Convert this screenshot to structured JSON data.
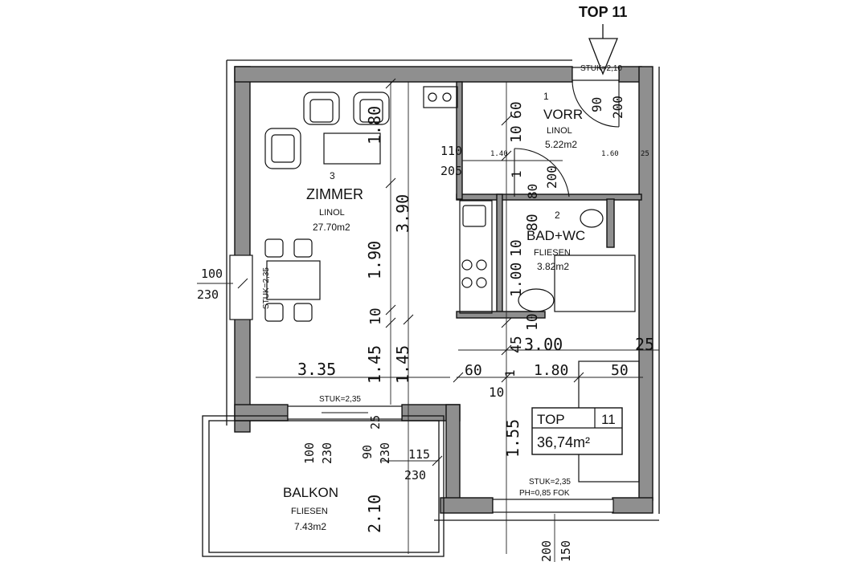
{
  "header": {
    "unit_label": "TOP 11"
  },
  "rooms": {
    "zimmer": {
      "number": "3",
      "name": "ZIMMER",
      "floor": "LINOL",
      "area": "27.70m2"
    },
    "vorr": {
      "number": "1",
      "name": "VORR",
      "floor": "LINOL",
      "area": "5.22m2"
    },
    "bad": {
      "number": "2",
      "name": "BAD+WC",
      "floor": "FLIESEN",
      "area": "3.82m2"
    },
    "balkon": {
      "name": "BALKON",
      "floor": "FLIESEN",
      "area": "7.43m2"
    }
  },
  "summary": {
    "unit_prefix": "TOP",
    "unit_number": "11",
    "total_area": "36,74m²"
  },
  "annotations": {
    "stuk_entry": "STUK=2,10",
    "stuk_left": "STUK=2,35",
    "stuk_balcony": "STUK=2,35",
    "stuk_bottom": "STUK=2,35",
    "parapet": "PH=0,85 FOK"
  },
  "dimensions": {
    "d_60_top": "60",
    "d_10_vorr": "10",
    "d_90_door": "90",
    "d_200_door": "200",
    "d_110": "110",
    "d_205": "205",
    "d_140": "1.40",
    "d_160": "1.60",
    "d_25_right": "25",
    "d_1_vorr": "1",
    "d_80_vorr": "80",
    "d_200_bad": "200",
    "d_180_zimmer": "1.80",
    "d_390": "3.90",
    "d_190": "1.90",
    "d_10_zimmer": "10",
    "d_145_a": "1.45",
    "d_145_b": "1.45",
    "d_100_left": "100",
    "d_230_left": "230",
    "d_80_bad": "80",
    "d_10_bad": "10",
    "d_100_bad": "1.00",
    "d_10_bath2": "10",
    "d_45": "45",
    "d_300": "3.00",
    "d_25_right2": "25",
    "d_335": "3.35",
    "d_60_mid": "60",
    "d_1_mid": "1",
    "d_180_mid": "1.80",
    "d_50": "50",
    "d_10_mid": "10",
    "d_100_bal": "100",
    "d_230_bal": "230",
    "d_90_bal": "90",
    "d_230_bal2": "230",
    "d_115": "115",
    "d_230_bal3": "230",
    "d_25_bal": "25",
    "d_155": "1.55",
    "d_210": "2.10",
    "d_200_bottom": "200",
    "d_150_bottom": "150"
  }
}
